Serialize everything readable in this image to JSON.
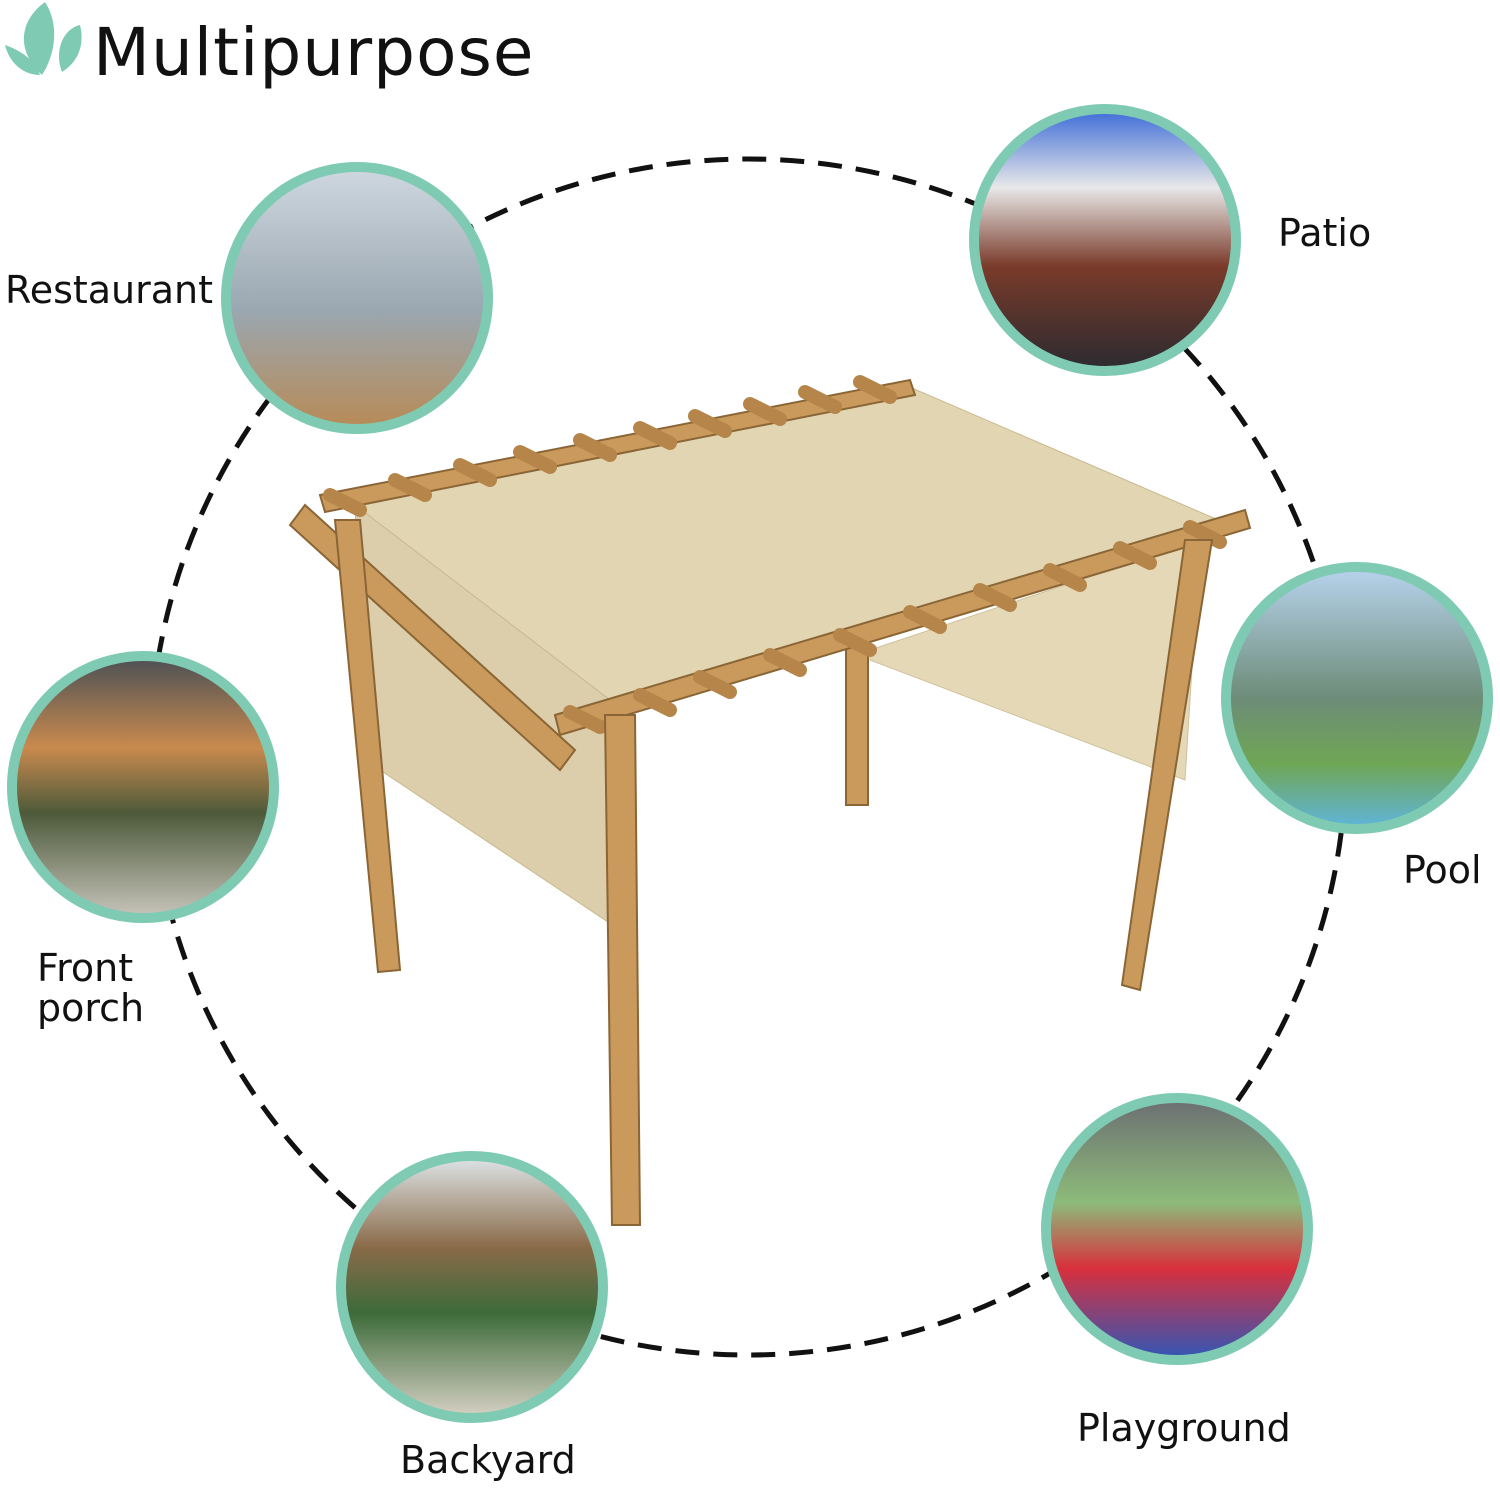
{
  "title": "Multipurpose",
  "accent_color": "#7fcab3",
  "uses": [
    {
      "label": "Restaurant"
    },
    {
      "label": "Patio"
    },
    {
      "label": "Pool"
    },
    {
      "label": "Front porch"
    },
    {
      "label": "Backyard"
    },
    {
      "label": "Playground"
    }
  ]
}
